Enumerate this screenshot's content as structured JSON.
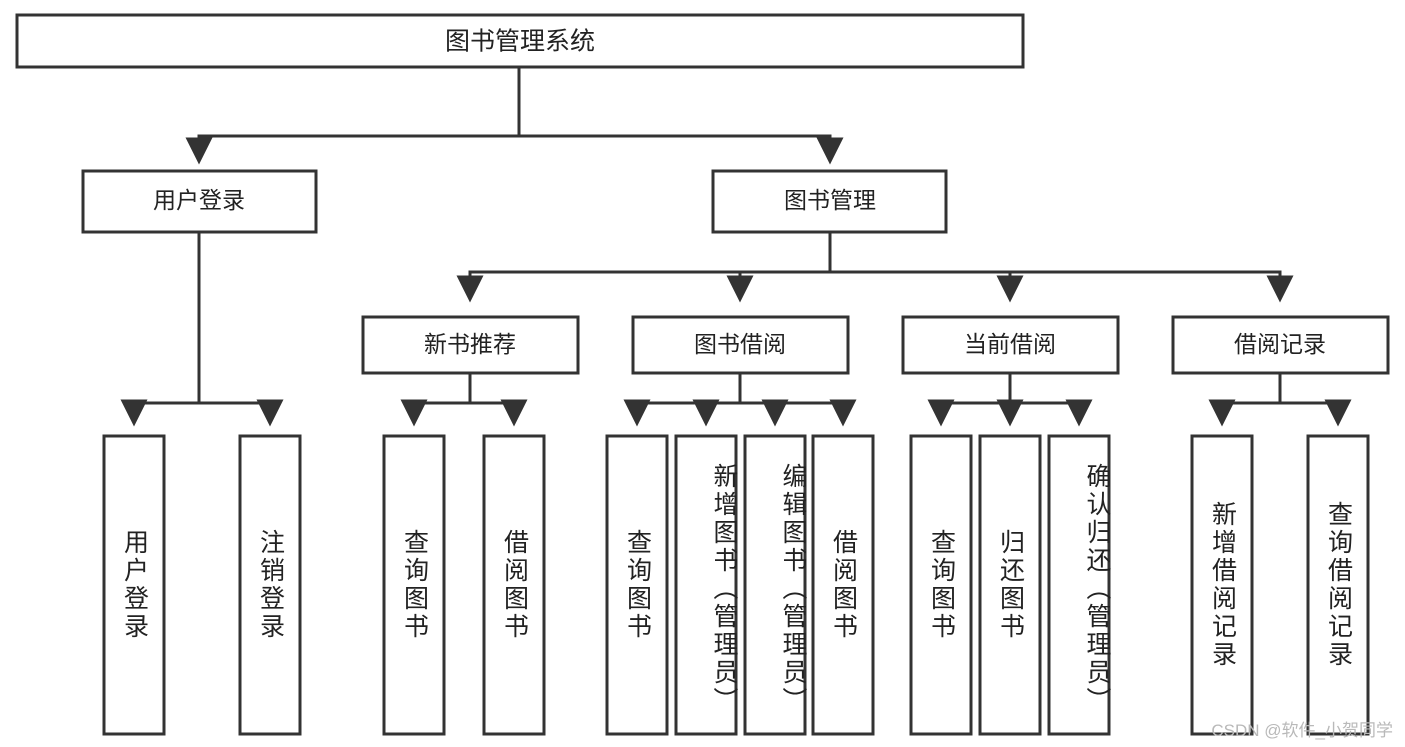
{
  "diagram": {
    "title": "图书管理系统",
    "watermark": "CSDN @软件_小贺同学",
    "colors": {
      "stroke": "#333333",
      "fill": "#ffffff",
      "text": "#222222",
      "watermark": "#b9b9b9",
      "background": "#ffffff"
    },
    "levels": {
      "root": {
        "label": "图书管理系统"
      },
      "level2": [
        {
          "id": "user-login",
          "label": "用户登录"
        },
        {
          "id": "book-management",
          "label": "图书管理"
        }
      ],
      "level3": [
        {
          "id": "new-book-recommend",
          "label": "新书推荐",
          "parent": "book-management"
        },
        {
          "id": "book-borrow",
          "label": "图书借阅",
          "parent": "book-management"
        },
        {
          "id": "current-borrow",
          "label": "当前借阅",
          "parent": "book-management"
        },
        {
          "id": "borrow-record",
          "label": "借阅记录",
          "parent": "book-management"
        }
      ],
      "leaves": [
        {
          "id": "leaf-user-login",
          "label": "用户登录",
          "parent": "user-login"
        },
        {
          "id": "leaf-logout-login",
          "label": "注销登录",
          "parent": "user-login"
        },
        {
          "id": "leaf-query-book-1",
          "label": "查询图书",
          "parent": "new-book-recommend"
        },
        {
          "id": "leaf-borrow-book-1",
          "label": "借阅图书",
          "parent": "new-book-recommend"
        },
        {
          "id": "leaf-query-book-2",
          "label": "查询图书",
          "parent": "book-borrow"
        },
        {
          "id": "leaf-add-book",
          "label": "新增图书（管理员）",
          "parent": "book-borrow"
        },
        {
          "id": "leaf-edit-book",
          "label": "编辑图书（管理员）",
          "parent": "book-borrow"
        },
        {
          "id": "leaf-borrow-book-2",
          "label": "借阅图书",
          "parent": "book-borrow"
        },
        {
          "id": "leaf-query-book-3",
          "label": "查询图书",
          "parent": "current-borrow"
        },
        {
          "id": "leaf-return-book",
          "label": "归还图书",
          "parent": "current-borrow"
        },
        {
          "id": "leaf-confirm-return",
          "label": "确认归还（管理员）",
          "parent": "current-borrow"
        },
        {
          "id": "leaf-add-record",
          "label": "新增借阅记录",
          "parent": "borrow-record"
        },
        {
          "id": "leaf-query-record",
          "label": "查询借阅记录",
          "parent": "borrow-record"
        }
      ]
    }
  }
}
